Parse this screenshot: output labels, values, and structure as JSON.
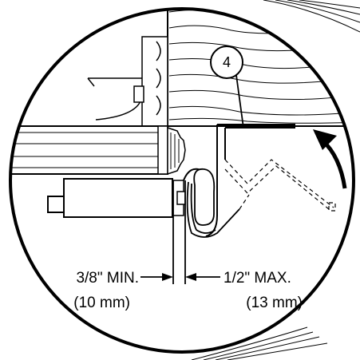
{
  "diagram": {
    "callout": "4",
    "min_label": "3/8\" MIN.",
    "min_metric": "(10 mm)",
    "max_label": "1/2\" MAX.",
    "max_metric": "(13 mm)"
  },
  "colors": {
    "line": "#000000",
    "background": "#ffffff"
  }
}
